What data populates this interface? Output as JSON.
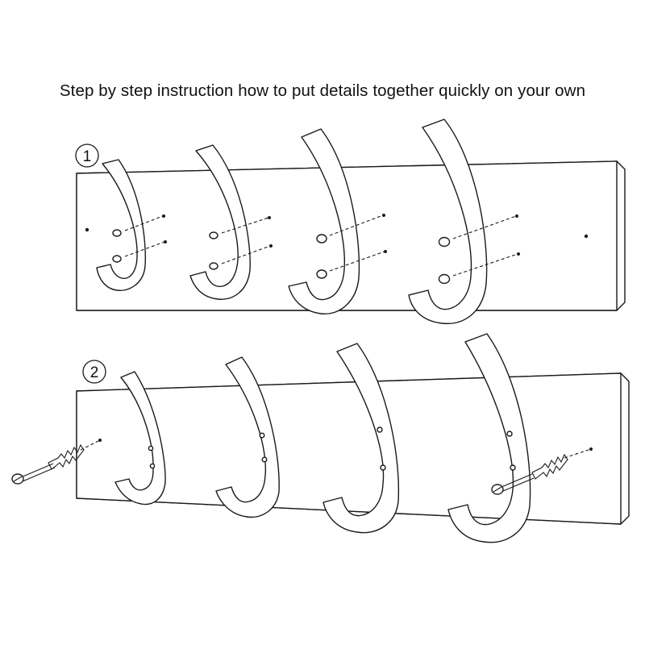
{
  "title": "Step by step instruction how to put details together quickly on your own",
  "steps": [
    {
      "number": "1"
    },
    {
      "number": "2"
    }
  ]
}
